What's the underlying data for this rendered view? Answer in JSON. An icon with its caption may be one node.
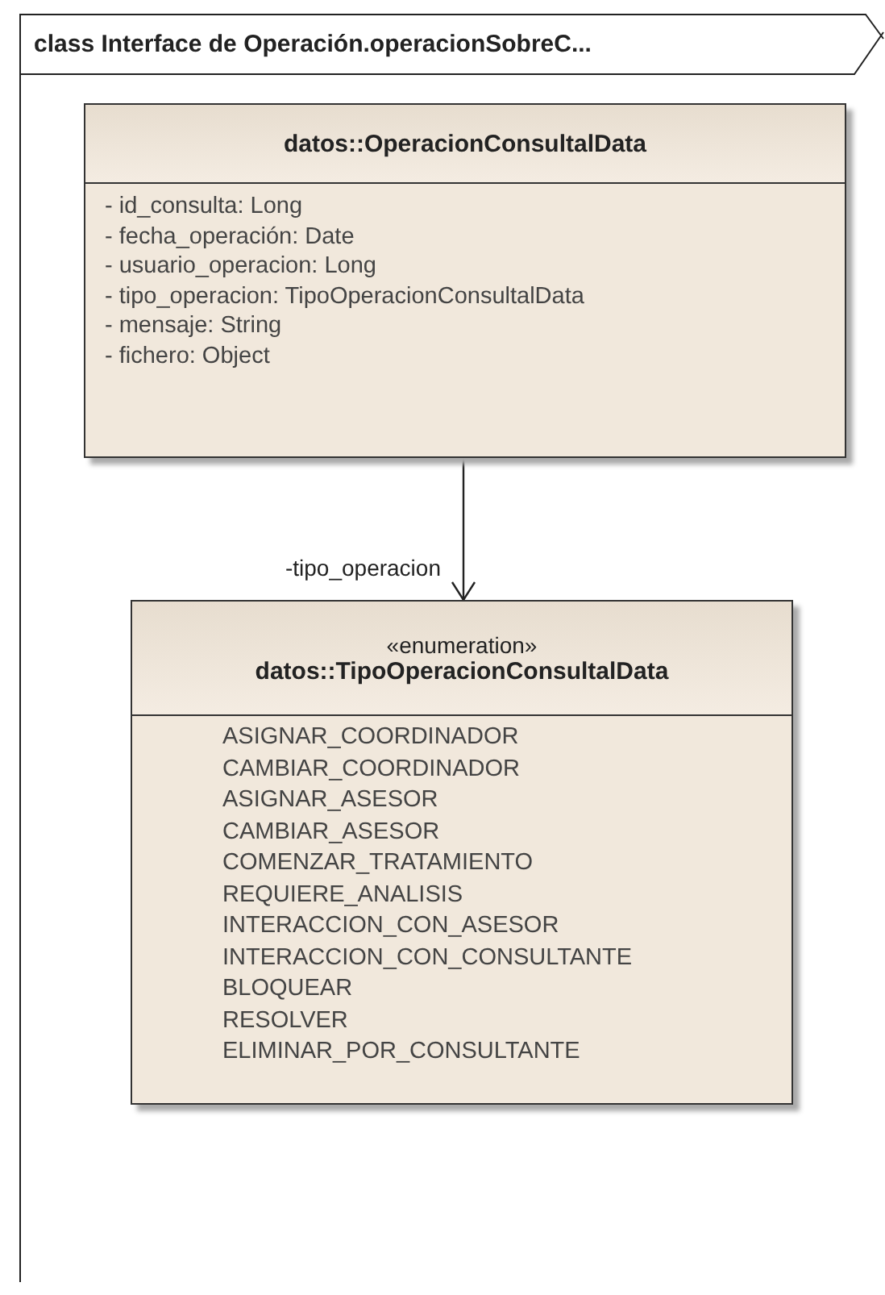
{
  "diagram": {
    "nodes": [
      {
        "text": [
          "class Interface de Operación.operacionSobreC..."
        ]
      },
      {
        "text": [
          "datos::OperacionConsultalData",
          "- id_consulta: Long",
          "- fecha_operación: Date",
          "- usuario_operacion: Long",
          "- tipo_operacion: TipoOperacionConsultalData",
          "- mensaje: String",
          "- fichero: Object"
        ],
        "in": 0
      },
      {
        "text": [
          "«enumeration»",
          "datos::TipoOperacionConsultalData",
          "ASIGNAR_COORDINADOR",
          "CAMBIAR_COORDINADOR",
          "ASIGNAR_ASESOR",
          "CAMBIAR_ASESOR",
          "COMENZAR_TRATAMIENTO",
          "REQUIERE_ANALISIS",
          "INTERACCION_CON_ASESOR",
          "INTERACCION_CON_CONSULTANTE",
          "BLOQUEAR",
          "RESOLVER",
          "ELIMINAR_POR_CONSULTANTE"
        ],
        "in": 0
      }
    ],
    "edges": [
      {
        "from": 1,
        "to": 2,
        "arrow": "to",
        "label": "-tipo_operacion"
      }
    ]
  }
}
